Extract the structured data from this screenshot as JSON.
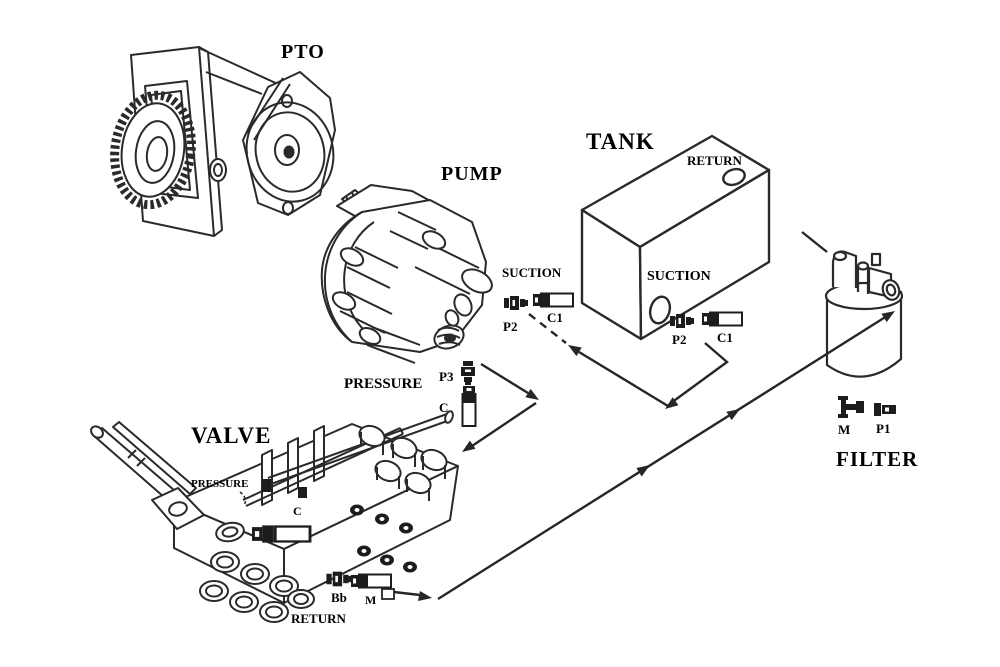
{
  "diagram_type": "hydraulic-system-assembly-flow-diagram",
  "colors": {
    "ink": "#262626",
    "text": "#000000",
    "background": "#ffffff"
  },
  "components": {
    "pto": {
      "label": "PTO"
    },
    "pump": {
      "label": "PUMP",
      "suction": {
        "label": "SUCTION",
        "p2": "P2",
        "c1": "C1"
      },
      "pressure": {
        "label": "PRESSURE",
        "p3": "P3",
        "c": "C"
      }
    },
    "tank": {
      "label": "TANK",
      "return_port": "RETURN",
      "suction": {
        "label": "SUCTION",
        "p2": "P2",
        "c1": "C1"
      }
    },
    "valve": {
      "label": "VALVE",
      "pressure": "PRESSURE",
      "c": "C",
      "bb": "Bb",
      "m": "M",
      "return_port": "RETURN"
    },
    "filter": {
      "label": "FILTER",
      "m": "M",
      "p1": "P1"
    }
  },
  "connections": [
    {
      "from": "tank-suction-port",
      "to": "pump-suction-port",
      "style": "solid-then-dashed",
      "flow": "toward-pump"
    },
    {
      "from": "pump-pressure-port",
      "to": "valve-inlet",
      "style": "solid",
      "flow": "toward-valve"
    },
    {
      "from": "valve-return-port",
      "to": "filter",
      "style": "solid",
      "flow": "toward-filter"
    },
    {
      "from": "filter",
      "to": "tank-return-port",
      "style": "solid",
      "flow": "unmarked"
    }
  ]
}
